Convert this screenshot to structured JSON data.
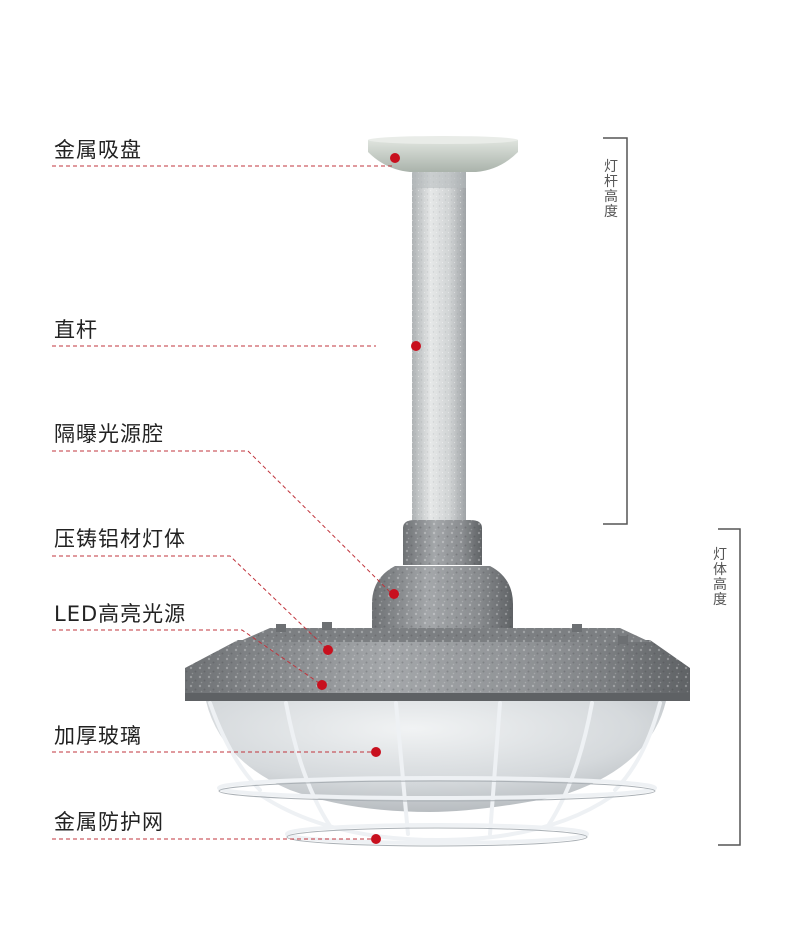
{
  "labels": {
    "mount": "金属吸盘",
    "pole": "直杆",
    "isolation": "隔曝光源腔",
    "body": "压铸铝材灯体",
    "led": "LED高亮光源",
    "glass": "加厚玻璃",
    "guard": "金属防护网"
  },
  "dimensions": {
    "pole_height": "灯杆高度",
    "body_height": "灯体高度"
  },
  "colors": {
    "leader": "#c0343c",
    "marker": "#c8101e",
    "bracket": "#555555",
    "mount_plate": "#c5ccc4",
    "pole": "#d4d6d6",
    "housing": "#8a8d90",
    "glass": "#d9dde0",
    "guard_wire": "#eef1f4"
  }
}
